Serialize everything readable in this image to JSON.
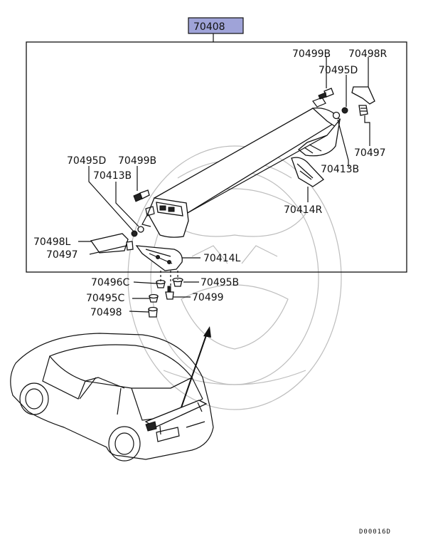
{
  "assembly_label": "70408",
  "diagram_code": "D00016D",
  "labels": {
    "p70499B_top": "70499B",
    "p70498R": "70498R",
    "p70495D_top": "70495D",
    "p70497_right": "70497",
    "p70413B_right": "70413B",
    "p70414R": "70414R",
    "p70495D_left": "70495D",
    "p70499B_left": "70499B",
    "p70413B_left": "70413B",
    "p70498L": "70498L",
    "p70497_left": "70497",
    "p70414L": "70414L",
    "p70496C": "70496C",
    "p70495B": "70495B",
    "p70495C": "70495C",
    "p70499": "70499",
    "p70498": "70498"
  },
  "colors": {
    "assembly_box_fill": "#9fa3d8",
    "line": "#111111",
    "watermark": "#bdbdbd"
  }
}
